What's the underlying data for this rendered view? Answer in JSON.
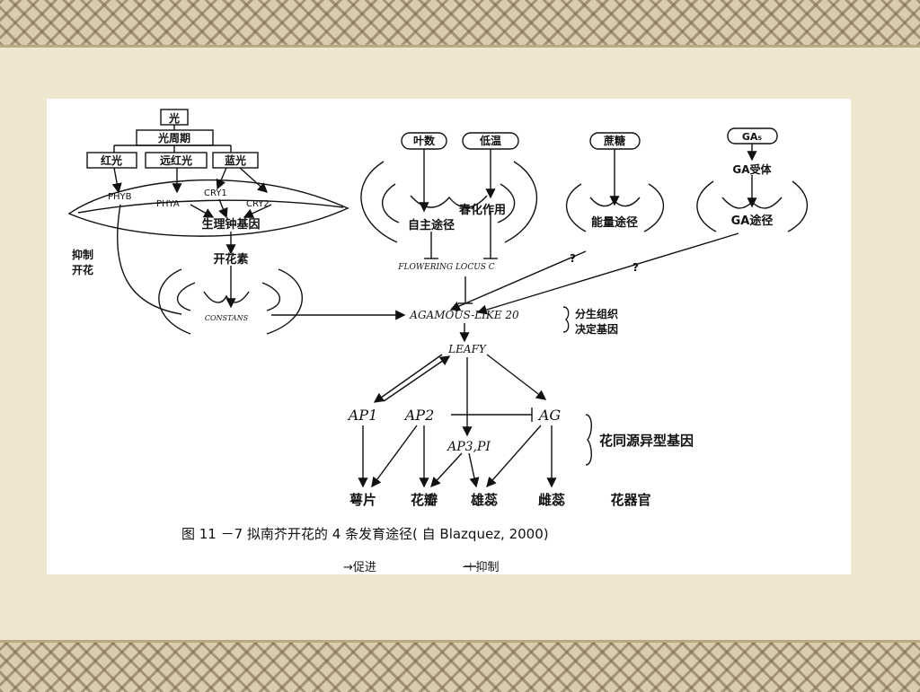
{
  "colors": {
    "background": "#efe6cf",
    "border_band": "#d9cdb0",
    "panel": "#ffffff",
    "ink": "#111111"
  },
  "diagram": {
    "light_path": {
      "light": "光",
      "photoperiod": "光周期",
      "red_light": "红光",
      "far_red_light": "远红光",
      "blue_light": "蓝光",
      "phyb": "PHYB",
      "phya": "PHYA",
      "cry1": "CRY1",
      "cry2": "CRY2",
      "clock_genes": "生理钟基因",
      "florigen": "开花素",
      "constans": "CONSTANS",
      "inhibit_flowering": [
        "抑制",
        "开花"
      ]
    },
    "autonomous_path": {
      "leaf_number": "叶数",
      "low_temp": "低温",
      "vernalization": "春化作用",
      "autonomous": "自主途径",
      "flc": "FLOWERING LOCUS C"
    },
    "energy_path": {
      "sucrose": "蔗糖",
      "energy": "能量途径"
    },
    "ga_path": {
      "gas": "GA₅",
      "ga_receptor": "GA受体",
      "ga_pathway": "GA途径"
    },
    "question_marks": [
      "?",
      "?"
    ],
    "integrator": {
      "agl20": "AGAMOUS-LIKE 20",
      "meristem_label": [
        "分生组织",
        "决定基因"
      ],
      "leafy": "LEAFY"
    },
    "abc_genes": {
      "ap1": "AP1",
      "ap2": "AP2",
      "ag": "AG",
      "ap3pi": "AP3,PI",
      "label": "花同源异型基因"
    },
    "organs": {
      "sepal": "萼片",
      "petal": "花瓣",
      "stamen": "雄蕊",
      "pistil": "雌蕊",
      "organ_label": "花器官"
    },
    "caption": "图 11 －7   拟南芥开花的 4 条发育途径( 自 Blazquez, 2000)",
    "legend": {
      "promote": "→促进",
      "inhibit": "⊣ 抑制"
    }
  }
}
